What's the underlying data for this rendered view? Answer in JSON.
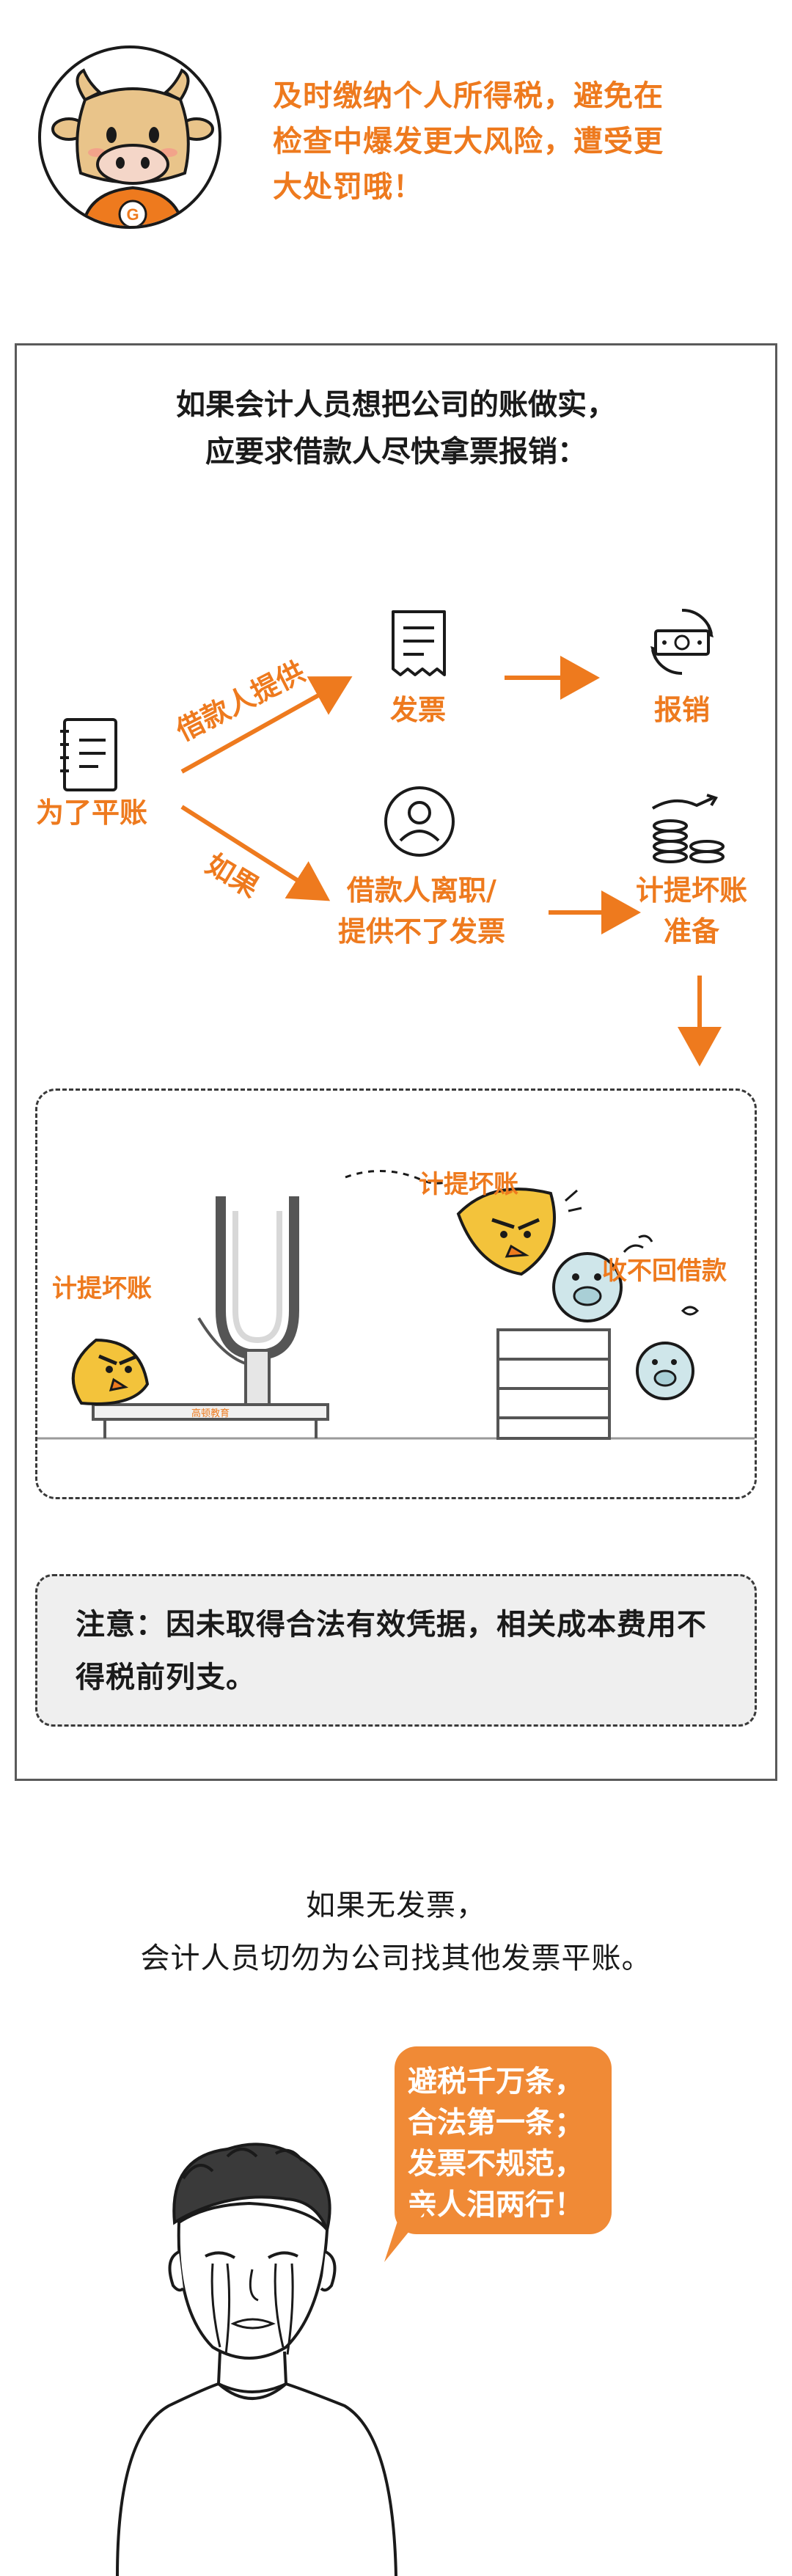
{
  "header": {
    "mascot_badge": "G",
    "text_lines": [
      "及时缴纳个人所得税，避免在",
      "检查中爆发更大风险，遭受更",
      "大处罚哦！"
    ]
  },
  "panel": {
    "intro_lines": [
      "如果会计人员想把公司的账做实，",
      "应要求借款人尽快拿票报销："
    ],
    "flow": {
      "start": "为了平账",
      "branch_top_label": "借款人提供",
      "branch_bottom_label": "如果",
      "invoice": "发票",
      "reimburse": "报销",
      "employee_lines": [
        "借款人离职/",
        "提供不了发票"
      ],
      "bad_debt_lines": [
        "计提坏账",
        "准备"
      ]
    },
    "illustration": {
      "bird_label_left": "计提坏账",
      "bird_label_flying": "计提坏账",
      "pig_label": "收不回借款",
      "watermark": "高顿教育"
    },
    "note": "注意：因未取得合法有效凭据，相关成本费用不得税前列支。"
  },
  "closing": {
    "lines": [
      "如果无发票，",
      "会计人员切勿为公司找其他发票平账。"
    ],
    "bubble_lines": [
      "避税千万条，",
      "合法第一条；",
      "发票不规范，",
      "亲人泪两行！"
    ]
  },
  "colors": {
    "accent": "#ee7a1e",
    "bubble": "#f08a36",
    "text": "#1a1a1a",
    "note_bg": "#efefef"
  }
}
